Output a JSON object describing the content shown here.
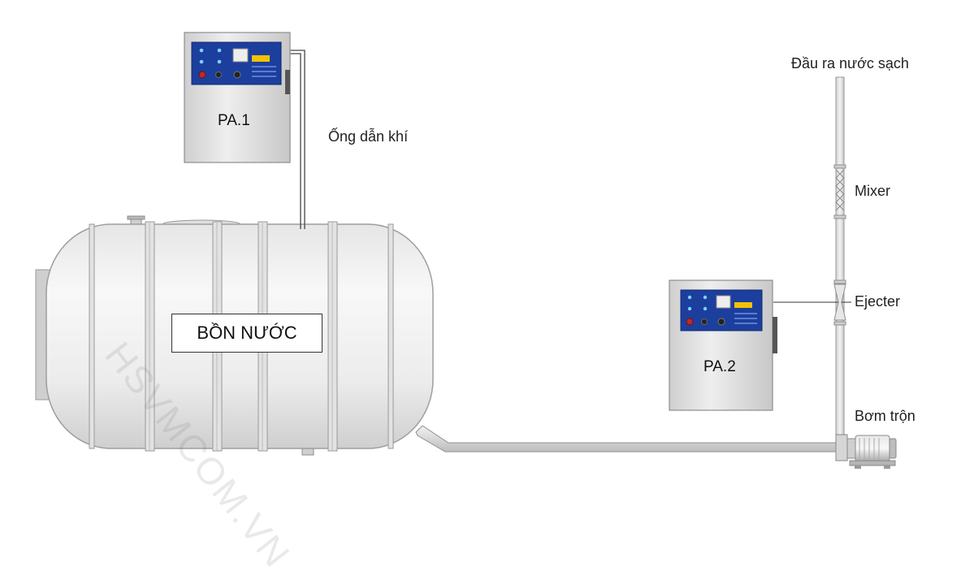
{
  "labels": {
    "tank": "BỒN NƯỚC",
    "gas_pipe": "Ống dẫn khí",
    "clean_outlet": "Đầu ra nước sạch",
    "mixer": "Mixer",
    "ejecter": "Ejecter",
    "pump": "Bơm trộn"
  },
  "units": {
    "pa1": {
      "name": "PA.1"
    },
    "pa2": {
      "name": "PA.2"
    }
  },
  "watermark": "HSVMCOM.VN",
  "colors": {
    "steel_light": "#f3f3f3",
    "steel_mid": "#d9d9d9",
    "steel_dark": "#a8a8a8",
    "panel_blue": "#1c3f9e",
    "panel_yellow": "#f3c200",
    "knob_red": "#c0282a"
  },
  "icons": [
    "control-panel-display",
    "power-knob",
    "pump-motor",
    "mixer-crosshatch",
    "ejecter-venturi"
  ]
}
